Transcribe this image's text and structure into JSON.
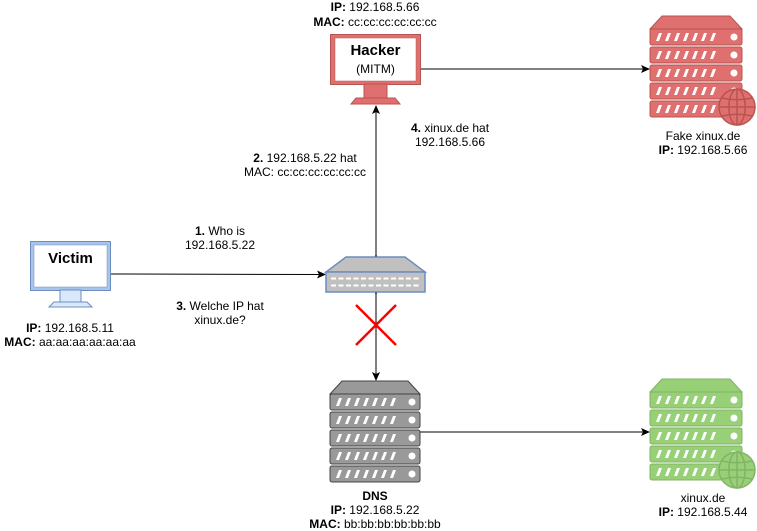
{
  "hacker": {
    "title": "Hacker",
    "subtitle": "(MITM)",
    "ip_label": "IP:",
    "ip": " 192.168.5.66",
    "mac_label": "MAC:",
    "mac": " cc:cc:cc:cc:cc:cc"
  },
  "victim": {
    "title": "Victim",
    "ip_label": "IP:",
    "ip": " 192.168.5.11",
    "mac_label": "MAC:",
    "mac": " aa:aa:aa:aa:aa:aa"
  },
  "fake_server": {
    "name": "Fake xinux.de",
    "ip_label": "IP:",
    "ip": " 192.168.5.66"
  },
  "dns": {
    "name": "DNS",
    "ip_label": "IP:",
    "ip": " 192.168.5.22",
    "mac_label": "MAC:",
    "mac": " bb:bb:bb:bb:bb:bb"
  },
  "real_server": {
    "name": "xinux.de",
    "ip_label": "IP:",
    "ip": " 192.168.5.44"
  },
  "steps": [
    {
      "num": "1.",
      "line1": " Who is",
      "line2": "192.168.5.22"
    },
    {
      "num": "2.",
      "line1": " 192.168.5.22 hat",
      "line2": "MAC: cc:cc:cc:cc:cc:cc"
    },
    {
      "num": "3.",
      "line1": " Welche IP hat",
      "line2": "xinux.de?"
    },
    {
      "num": "4.",
      "line1": " xinux.de hat",
      "line2": "192.168.5.66"
    }
  ],
  "colors": {
    "red_fill": "#f8cecc",
    "red_stroke": "#b85450",
    "red_dark": "#e07070",
    "blue_stroke": "#6c8ebf",
    "blue_fill": "#dae8fc",
    "green_dark": "#97d077",
    "green_stroke": "#82b366",
    "gray": "#999999",
    "cross": "#ff0000"
  }
}
